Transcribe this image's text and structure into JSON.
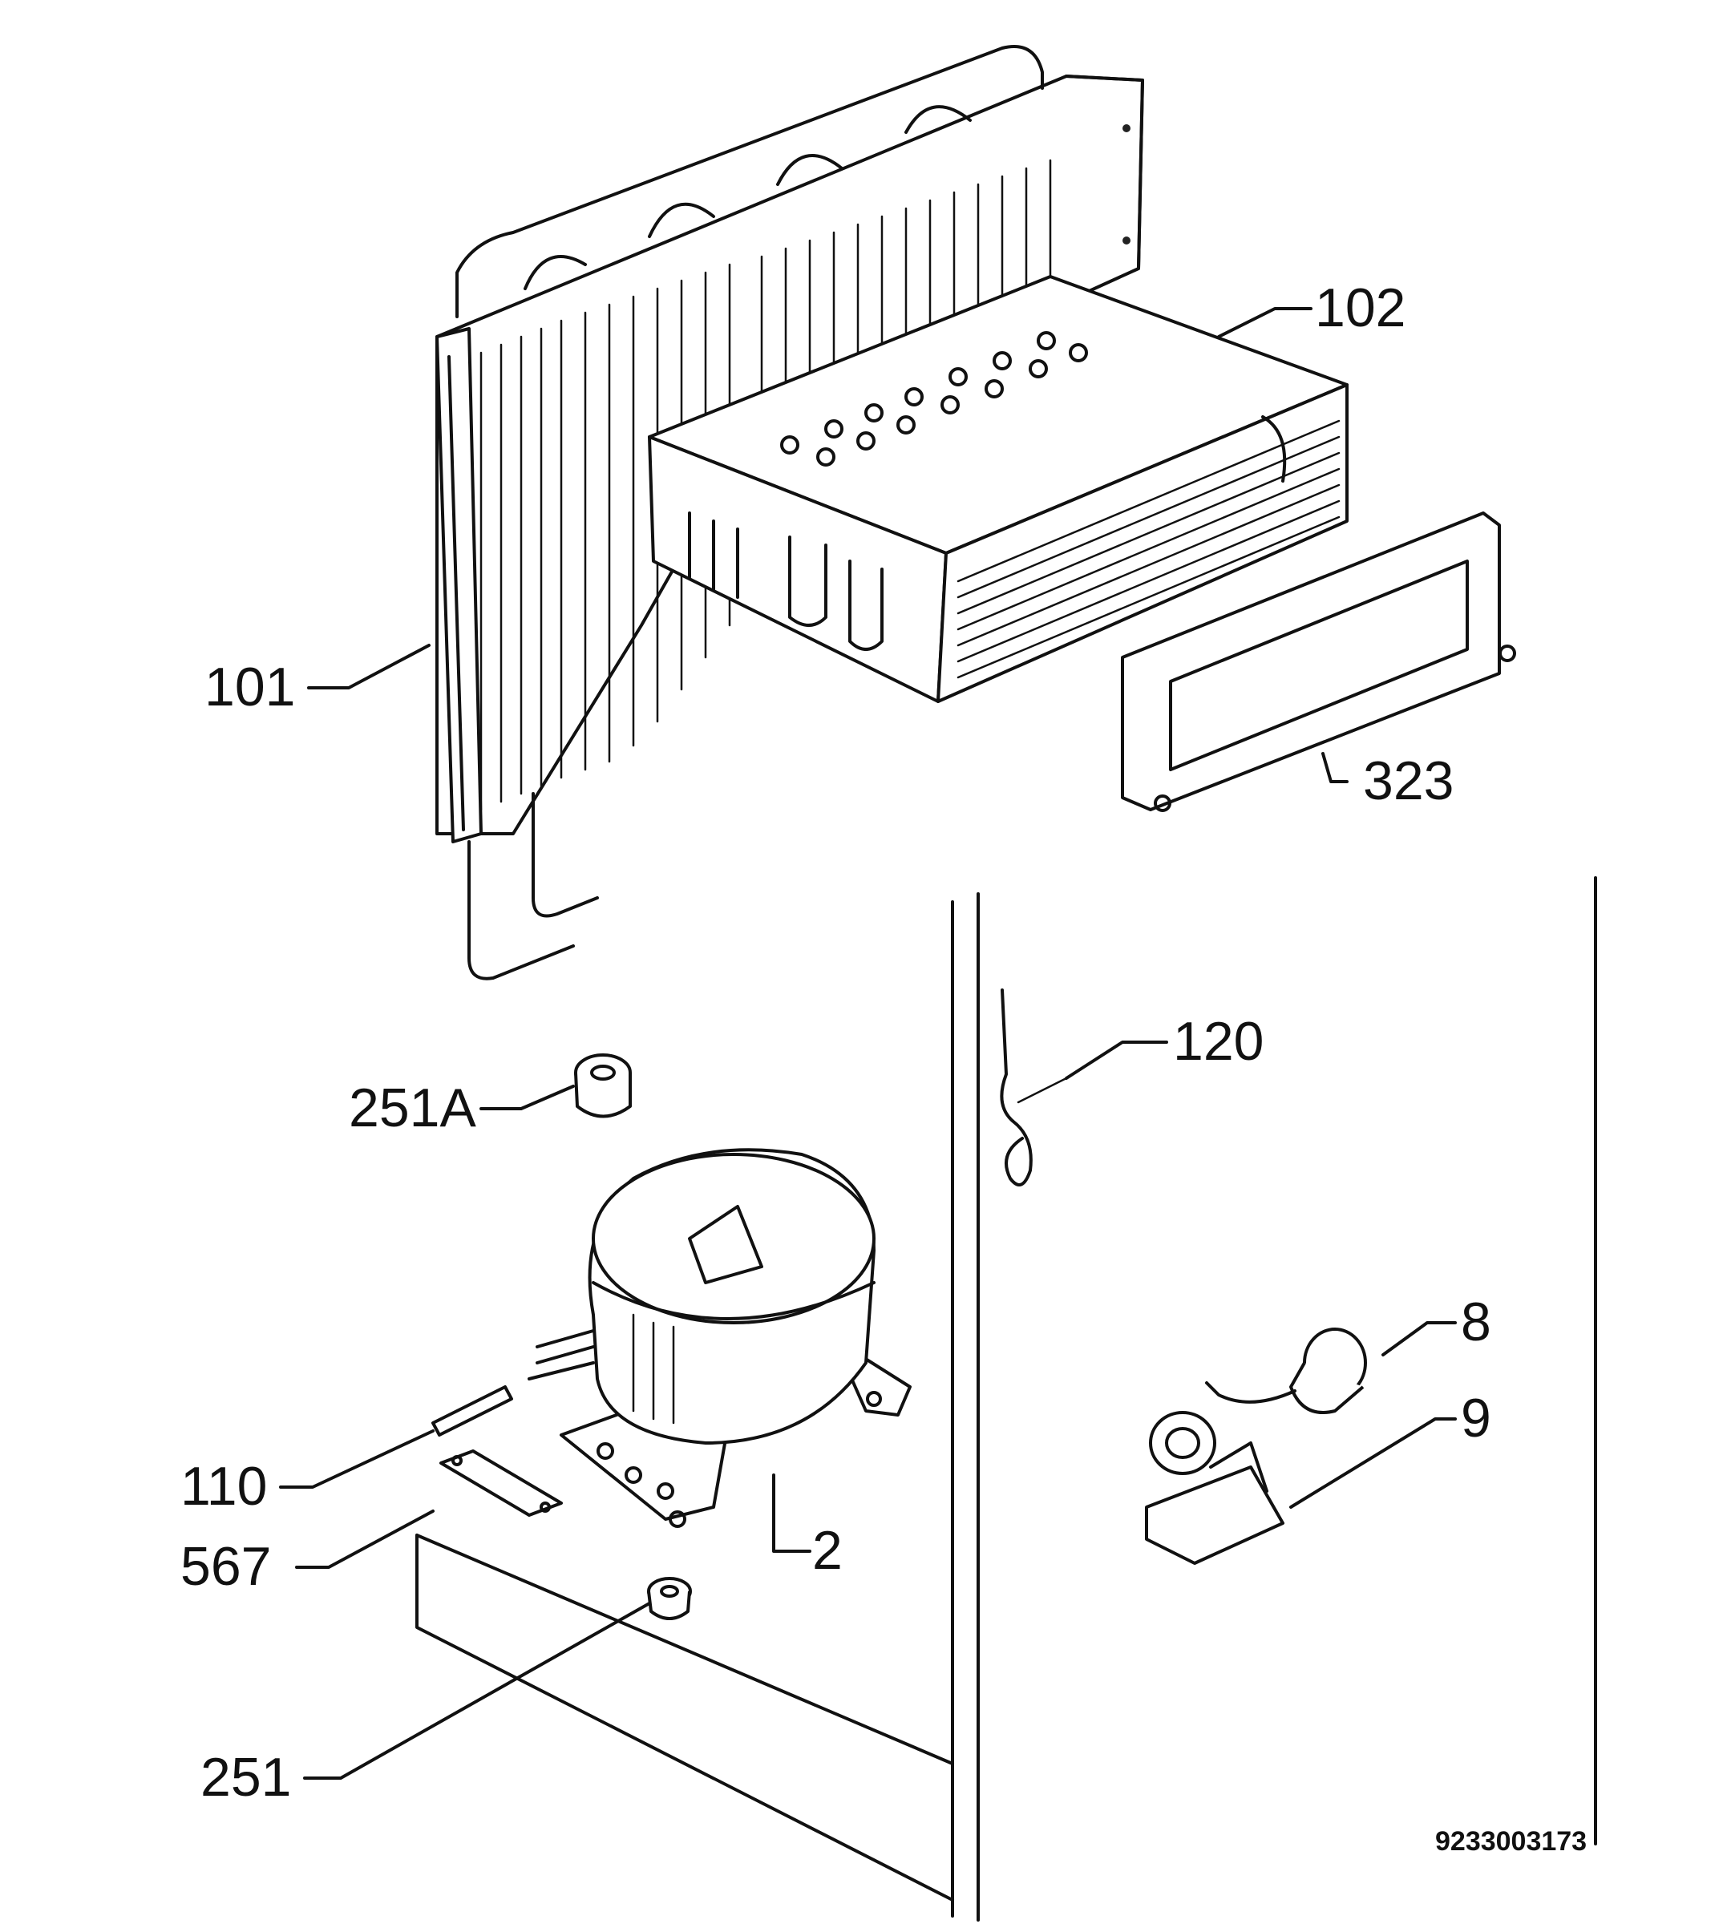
{
  "parts": [
    {
      "id": "101",
      "label": "101"
    },
    {
      "id": "102",
      "label": "102"
    },
    {
      "id": "323",
      "label": "323"
    },
    {
      "id": "120",
      "label": "120"
    },
    {
      "id": "251A",
      "label": "251A"
    },
    {
      "id": "8",
      "label": "8"
    },
    {
      "id": "9",
      "label": "9"
    },
    {
      "id": "110",
      "label": "110"
    },
    {
      "id": "2",
      "label": "2"
    },
    {
      "id": "567",
      "label": "567"
    },
    {
      "id": "251",
      "label": "251"
    }
  ],
  "document_number": "9233003173"
}
